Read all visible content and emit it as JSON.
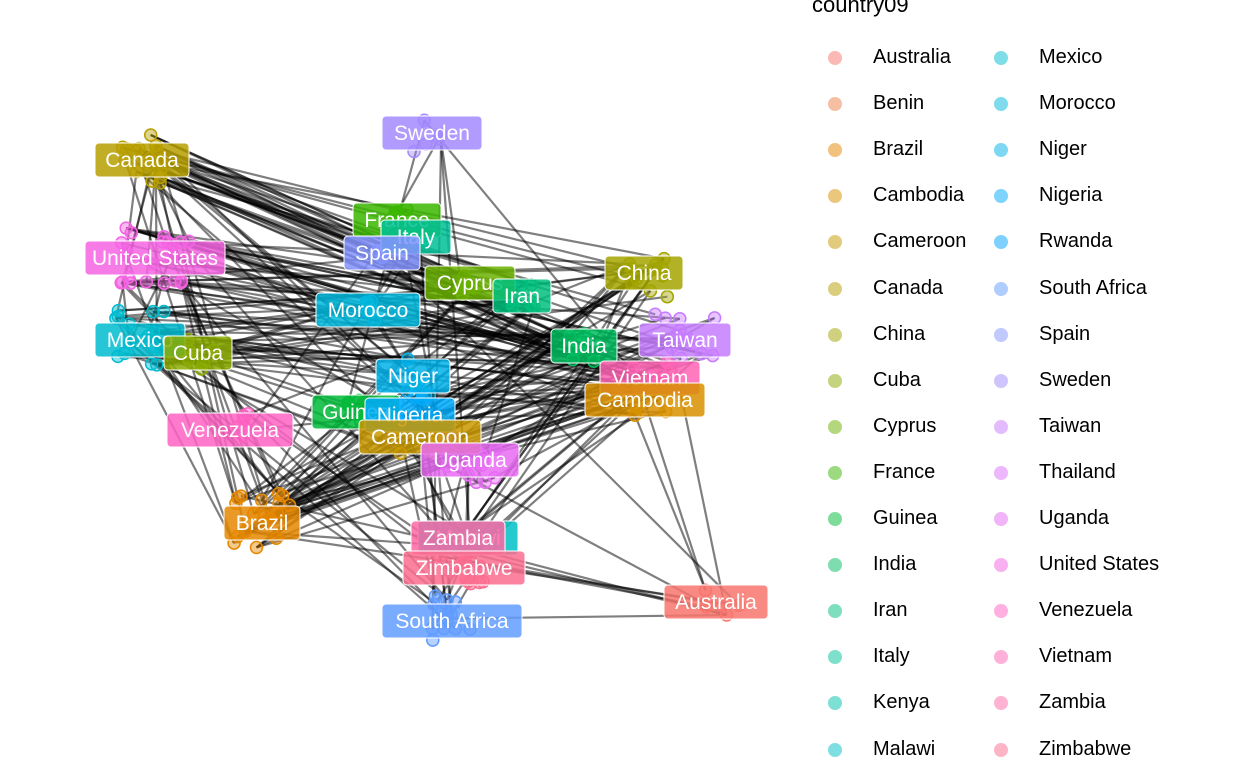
{
  "legend": {
    "title": "country09",
    "items": [
      {
        "label": "Australia",
        "color": "#F8766D"
      },
      {
        "label": "Benin",
        "color": "#EF7F49"
      },
      {
        "label": "Brazil",
        "color": "#E58700"
      },
      {
        "label": "Cambodia",
        "color": "#D89000"
      },
      {
        "label": "Cameroon",
        "color": "#C99800"
      },
      {
        "label": "Canada",
        "color": "#B79F00"
      },
      {
        "label": "China",
        "color": "#A3A500"
      },
      {
        "label": "Cuba",
        "color": "#8BAB00"
      },
      {
        "label": "Cyprus",
        "color": "#6BB100"
      },
      {
        "label": "France",
        "color": "#39B600"
      },
      {
        "label": "Guinea",
        "color": "#00BA38"
      },
      {
        "label": "India",
        "color": "#00BD5F"
      },
      {
        "label": "Iran",
        "color": "#00BF7D"
      },
      {
        "label": "Italy",
        "color": "#00C097"
      },
      {
        "label": "Kenya",
        "color": "#00C1AB"
      },
      {
        "label": "Malawi",
        "color": "#00BFC4"
      },
      {
        "label": "Mexico",
        "color": "#00BCD0"
      },
      {
        "label": "Morocco",
        "color": "#00B8DE"
      },
      {
        "label": "Niger",
        "color": "#00B2EA"
      },
      {
        "label": "Nigeria",
        "color": "#00ABFD"
      },
      {
        "label": "Rwanda",
        "color": "#00A5FF"
      },
      {
        "label": "South Africa",
        "color": "#619CFF"
      },
      {
        "label": "Spain",
        "color": "#8494FF"
      },
      {
        "label": "Sweden",
        "color": "#A38AFF"
      },
      {
        "label": "Taiwan",
        "color": "#C77CFF"
      },
      {
        "label": "Thailand",
        "color": "#DB72FB"
      },
      {
        "label": "Uganda",
        "color": "#E76BF3"
      },
      {
        "label": "United States",
        "color": "#F564E3"
      },
      {
        "label": "Venezuela",
        "color": "#FF61C3"
      },
      {
        "label": "Vietnam",
        "color": "#FF63B4"
      },
      {
        "label": "Zambia",
        "color": "#FF67A4"
      },
      {
        "label": "Zimbabwe",
        "color": "#FC6D8F"
      }
    ]
  },
  "network": {
    "edge_color": "#000000",
    "label_text_color": "#ffffff",
    "clusters": [
      {
        "label": "Sweden",
        "color": "#A38AFF"
      },
      {
        "label": "Canada",
        "color": "#B79F00"
      },
      {
        "label": "France",
        "color": "#39B600"
      },
      {
        "label": "Italy",
        "color": "#00C097"
      },
      {
        "label": "Spain",
        "color": "#8494FF"
      },
      {
        "label": "United States",
        "color": "#F564E3"
      },
      {
        "label": "Cyprus",
        "color": "#6BB100"
      },
      {
        "label": "Iran",
        "color": "#00BF7D"
      },
      {
        "label": "China",
        "color": "#A3A500"
      },
      {
        "label": "Morocco",
        "color": "#00B8DE"
      },
      {
        "label": "Mexico",
        "color": "#00BCD0"
      },
      {
        "label": "Cuba",
        "color": "#8BAB00"
      },
      {
        "label": "India",
        "color": "#00BD5F"
      },
      {
        "label": "Taiwan",
        "color": "#C77CFF"
      },
      {
        "label": "Niger",
        "color": "#00B2EA"
      },
      {
        "label": "Vietnam",
        "color": "#FF63B4"
      },
      {
        "label": "Cambodia",
        "color": "#D89000"
      },
      {
        "label": "Guinea",
        "color": "#00BA38"
      },
      {
        "label": "Nigeria",
        "color": "#00ABFD"
      },
      {
        "label": "Venezuela",
        "color": "#FF61C3"
      },
      {
        "label": "Cameroon",
        "color": "#C99800"
      },
      {
        "label": "Uganda",
        "color": "#E76BF3"
      },
      {
        "label": "Brazil",
        "color": "#E58700"
      },
      {
        "label": "Malawi",
        "color": "#00BFC4"
      },
      {
        "label": "Zambia",
        "color": "#FF67A4"
      },
      {
        "label": "Zimbabwe",
        "color": "#FC6D8F"
      },
      {
        "label": "Australia",
        "color": "#F8766D"
      },
      {
        "label": "South Africa",
        "color": "#619CFF"
      }
    ]
  }
}
